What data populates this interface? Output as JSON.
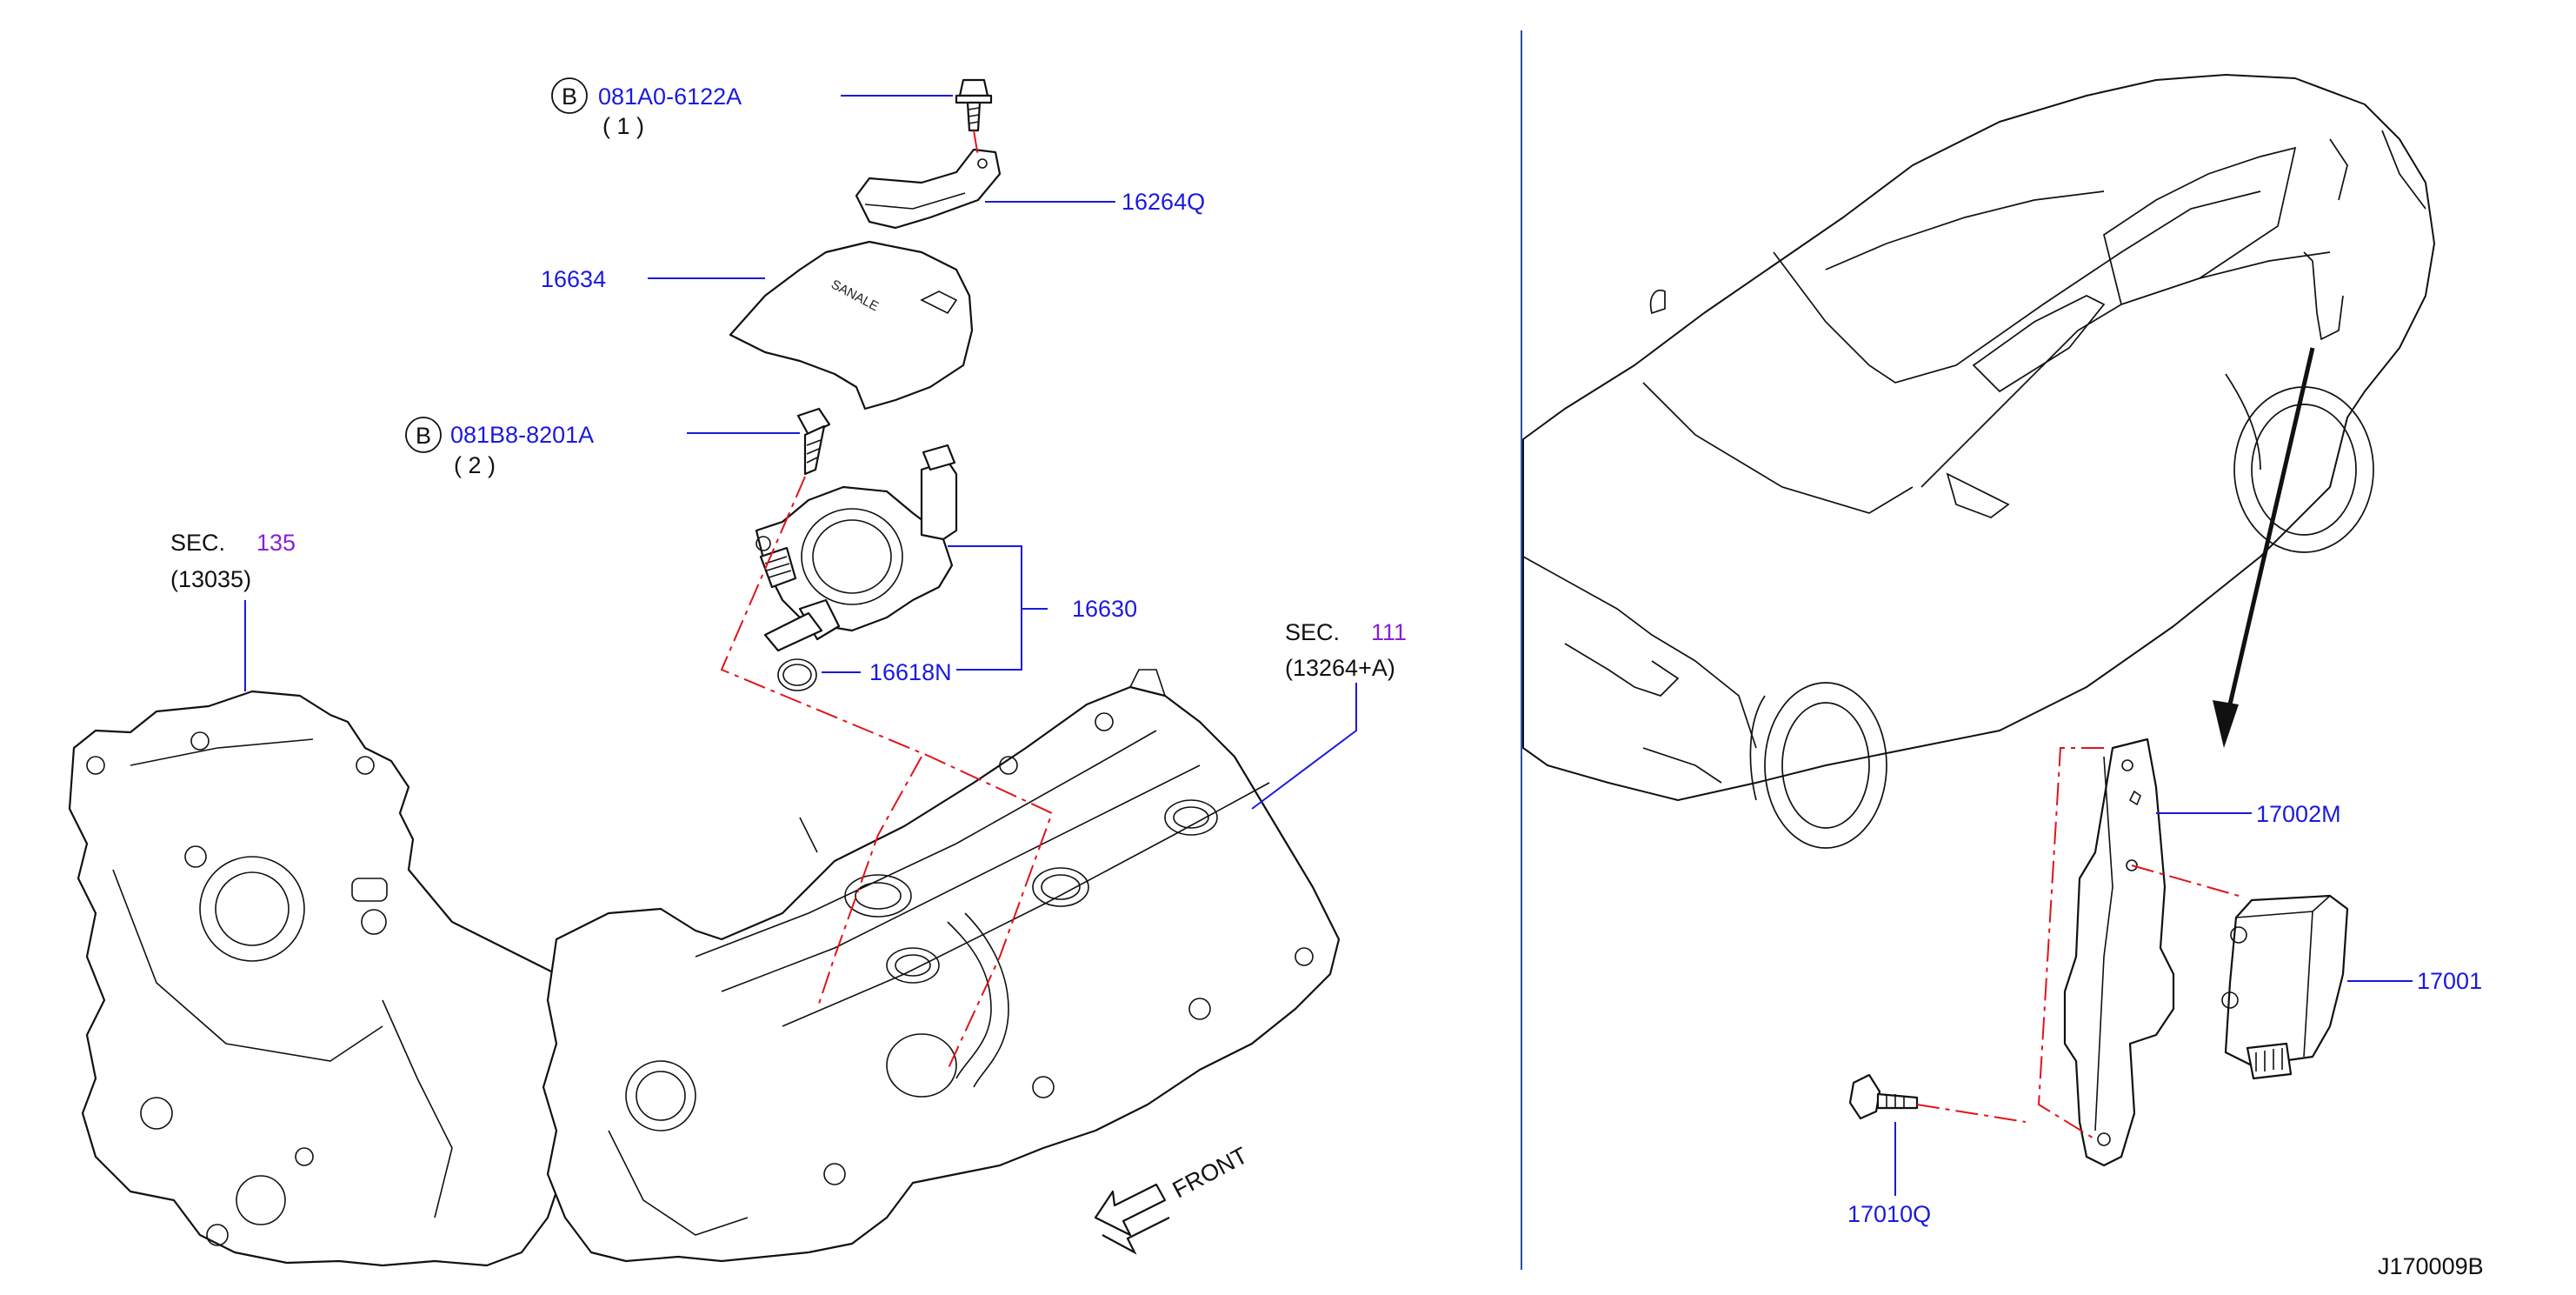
{
  "colors": {
    "part_number": "#1a1adf",
    "section_ref": "#8a1fd6",
    "assembly_line": "#e0141b",
    "divider": "#2b4fa8"
  },
  "callouts": {
    "bolt_b1": {
      "badge": "B",
      "number": "081A0-6122A",
      "qty": "( 1 )"
    },
    "bolt_b2": {
      "badge": "B",
      "number": "081B8-8201A",
      "qty": "( 2 )"
    },
    "bracket": "16264Q",
    "cover": "16634",
    "pump": "16630",
    "oring": "16618N",
    "module_bracket": "17002M",
    "module": "17001",
    "module_bolt": "17010Q"
  },
  "sections": {
    "timing": {
      "prefix": "SEC.",
      "number": "135",
      "ref": "(13035)"
    },
    "valve_cover": {
      "prefix": "SEC.",
      "number": "111",
      "ref": "(13264+A)"
    }
  },
  "front_label": "FRONT",
  "diagram_id": "J170009B"
}
